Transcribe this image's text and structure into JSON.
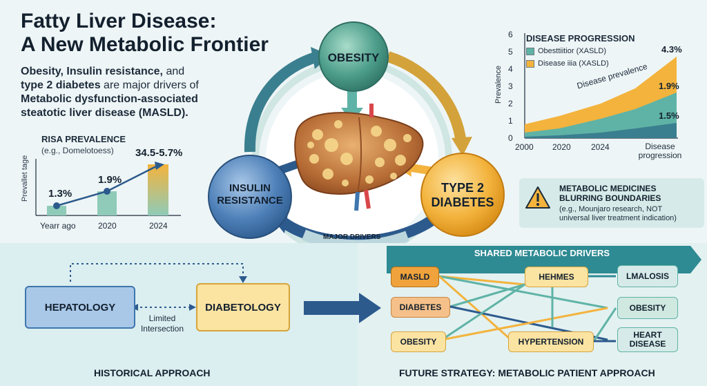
{
  "title_line1": "Fatty Liver Disease:",
  "title_line2": "A New Metabolic Frontier",
  "intro": {
    "part1": "Obesity, Insulin resistance,",
    "part2": " and",
    "part3": "type 2 diabetes",
    "part4": " are major drivers of",
    "part5": "Metabolic dysfunction-associated",
    "part6": "steatotic liver disease (MASLD)."
  },
  "small_chart": {
    "title": "RISA PREVALENCE",
    "subtitle": "(e.g., Domelotoess)",
    "ylabel": "Prevallet tage",
    "categories": [
      "Yearr ago",
      "2020",
      "2024"
    ],
    "labels": [
      "1.3%",
      "1.9%",
      "34.5-5.7%"
    ]
  },
  "progression_chart": {
    "title": "DISEASE PROGRESSION",
    "legend": [
      "Obesttiitior (XASLD)",
      "Disease iiia (XASLD)"
    ],
    "ylabel": "Prevalence",
    "annotation": "Disease prevalence",
    "yticks": [
      "0",
      "1",
      "2",
      "3",
      "4",
      "5",
      "6"
    ],
    "xticks": [
      "2000",
      "2020",
      "2024",
      "Disease progression"
    ],
    "end_labels": [
      "4.3%",
      "1.9%",
      "1.5%"
    ]
  },
  "circles": {
    "obesity": "OBESITY",
    "insulin": [
      "INSULIN",
      "RESISTANCE"
    ],
    "diabetes": [
      "TYPE 2",
      "DIABETES"
    ],
    "drivers_label": "MAJOR DRIVERS"
  },
  "warning": {
    "title_line1": "METABOLIC MEDICINES",
    "title_line2": "BLURRING BOUNDARIES",
    "text_line1": "(e.g., Mounjaro research, NOT",
    "text_line2": "universal liver treatment indication)"
  },
  "historical": {
    "hepatology": "HEPATOLOGY",
    "diabetology": "DIABETOLOGY",
    "limited_line1": "Limited",
    "limited_line2": "Intersection",
    "caption": "HISTORICAL APPROACH"
  },
  "future": {
    "header": "SHARED METABOLIC DRIVERS",
    "left_nodes": [
      "MASLD",
      "DIABETES",
      "OBESITY"
    ],
    "mid_nodes": [
      "HEHMES",
      "HYPERTENSION"
    ],
    "right_nodes": [
      "LMALOSIS",
      "OBESITY",
      "HEART DISEASE"
    ],
    "caption": "FUTURE STRATEGY: METABOLIC PATIENT APPROACH"
  },
  "colors": {
    "teal": "#5fb3a6",
    "orange": "#f3b33d",
    "blue": "#3f76ad",
    "green_circle": "#3d9a86",
    "yellow_circle": "#f2b134"
  }
}
